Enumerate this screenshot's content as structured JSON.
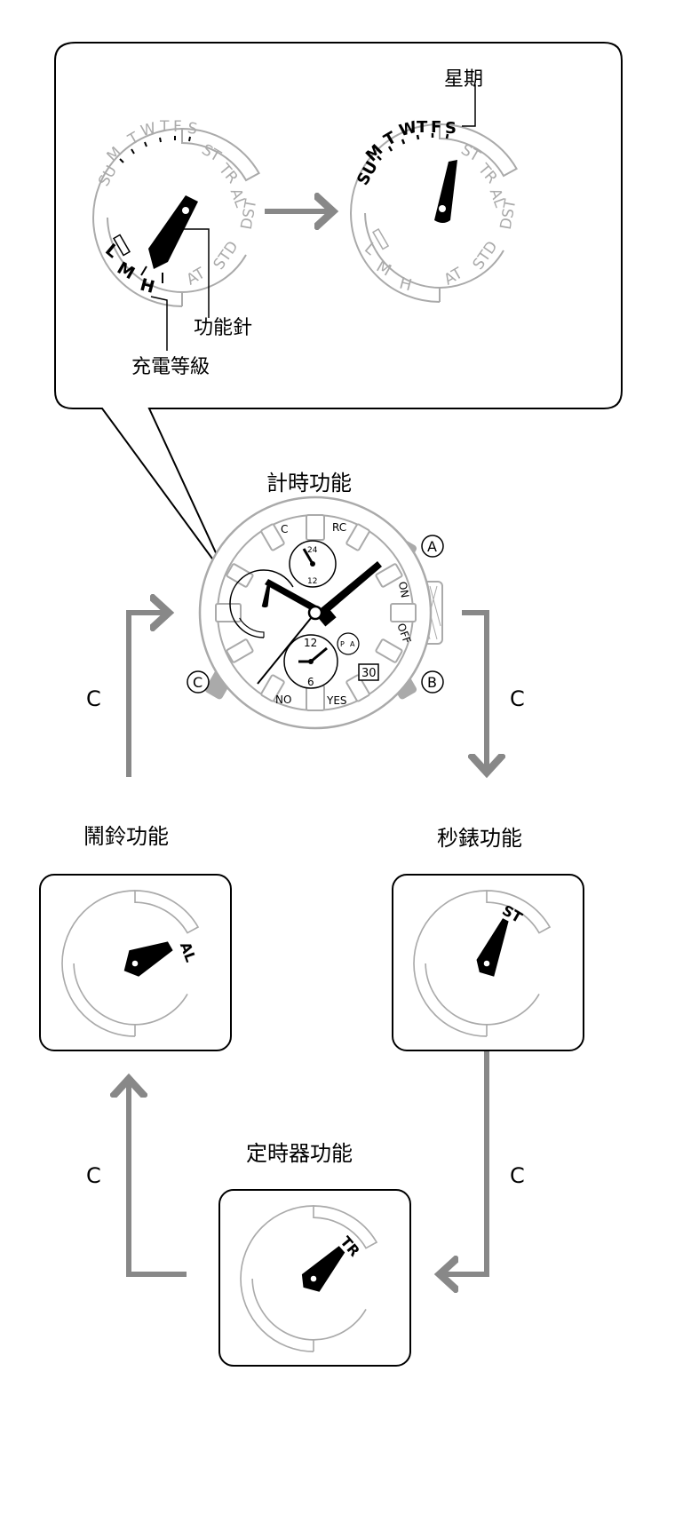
{
  "labels": {
    "weekday": "星期",
    "function_hand": "功能針",
    "charge_level": "充電等級",
    "timekeeping": "計時功能",
    "alarm": "鬧鈴功能",
    "stopwatch": "秒錶功能",
    "timer": "定時器功能",
    "c_press": "C"
  },
  "dial": {
    "days": [
      "SU",
      "M",
      "T",
      "W",
      "T",
      "F",
      "S"
    ],
    "right": [
      "ST",
      "TR",
      "AL",
      "DST",
      "STD",
      "AT"
    ],
    "levels": [
      "L",
      "M",
      "H"
    ]
  },
  "watch": {
    "btn_a": "A",
    "btn_b": "B",
    "btn_c": "C",
    "bezel_c": "C",
    "rc": "RC",
    "on": "ON",
    "off": "OFF",
    "no": "NO",
    "yes": "YES",
    "sub24": "24",
    "sub12a": "12",
    "sub12b": "12",
    "sub6": "6",
    "date": "30",
    "p": "P",
    "a": "A"
  },
  "colors": {
    "arrow": "#888888",
    "dial_gray": "#aaaaaa",
    "ink": "#000000"
  }
}
